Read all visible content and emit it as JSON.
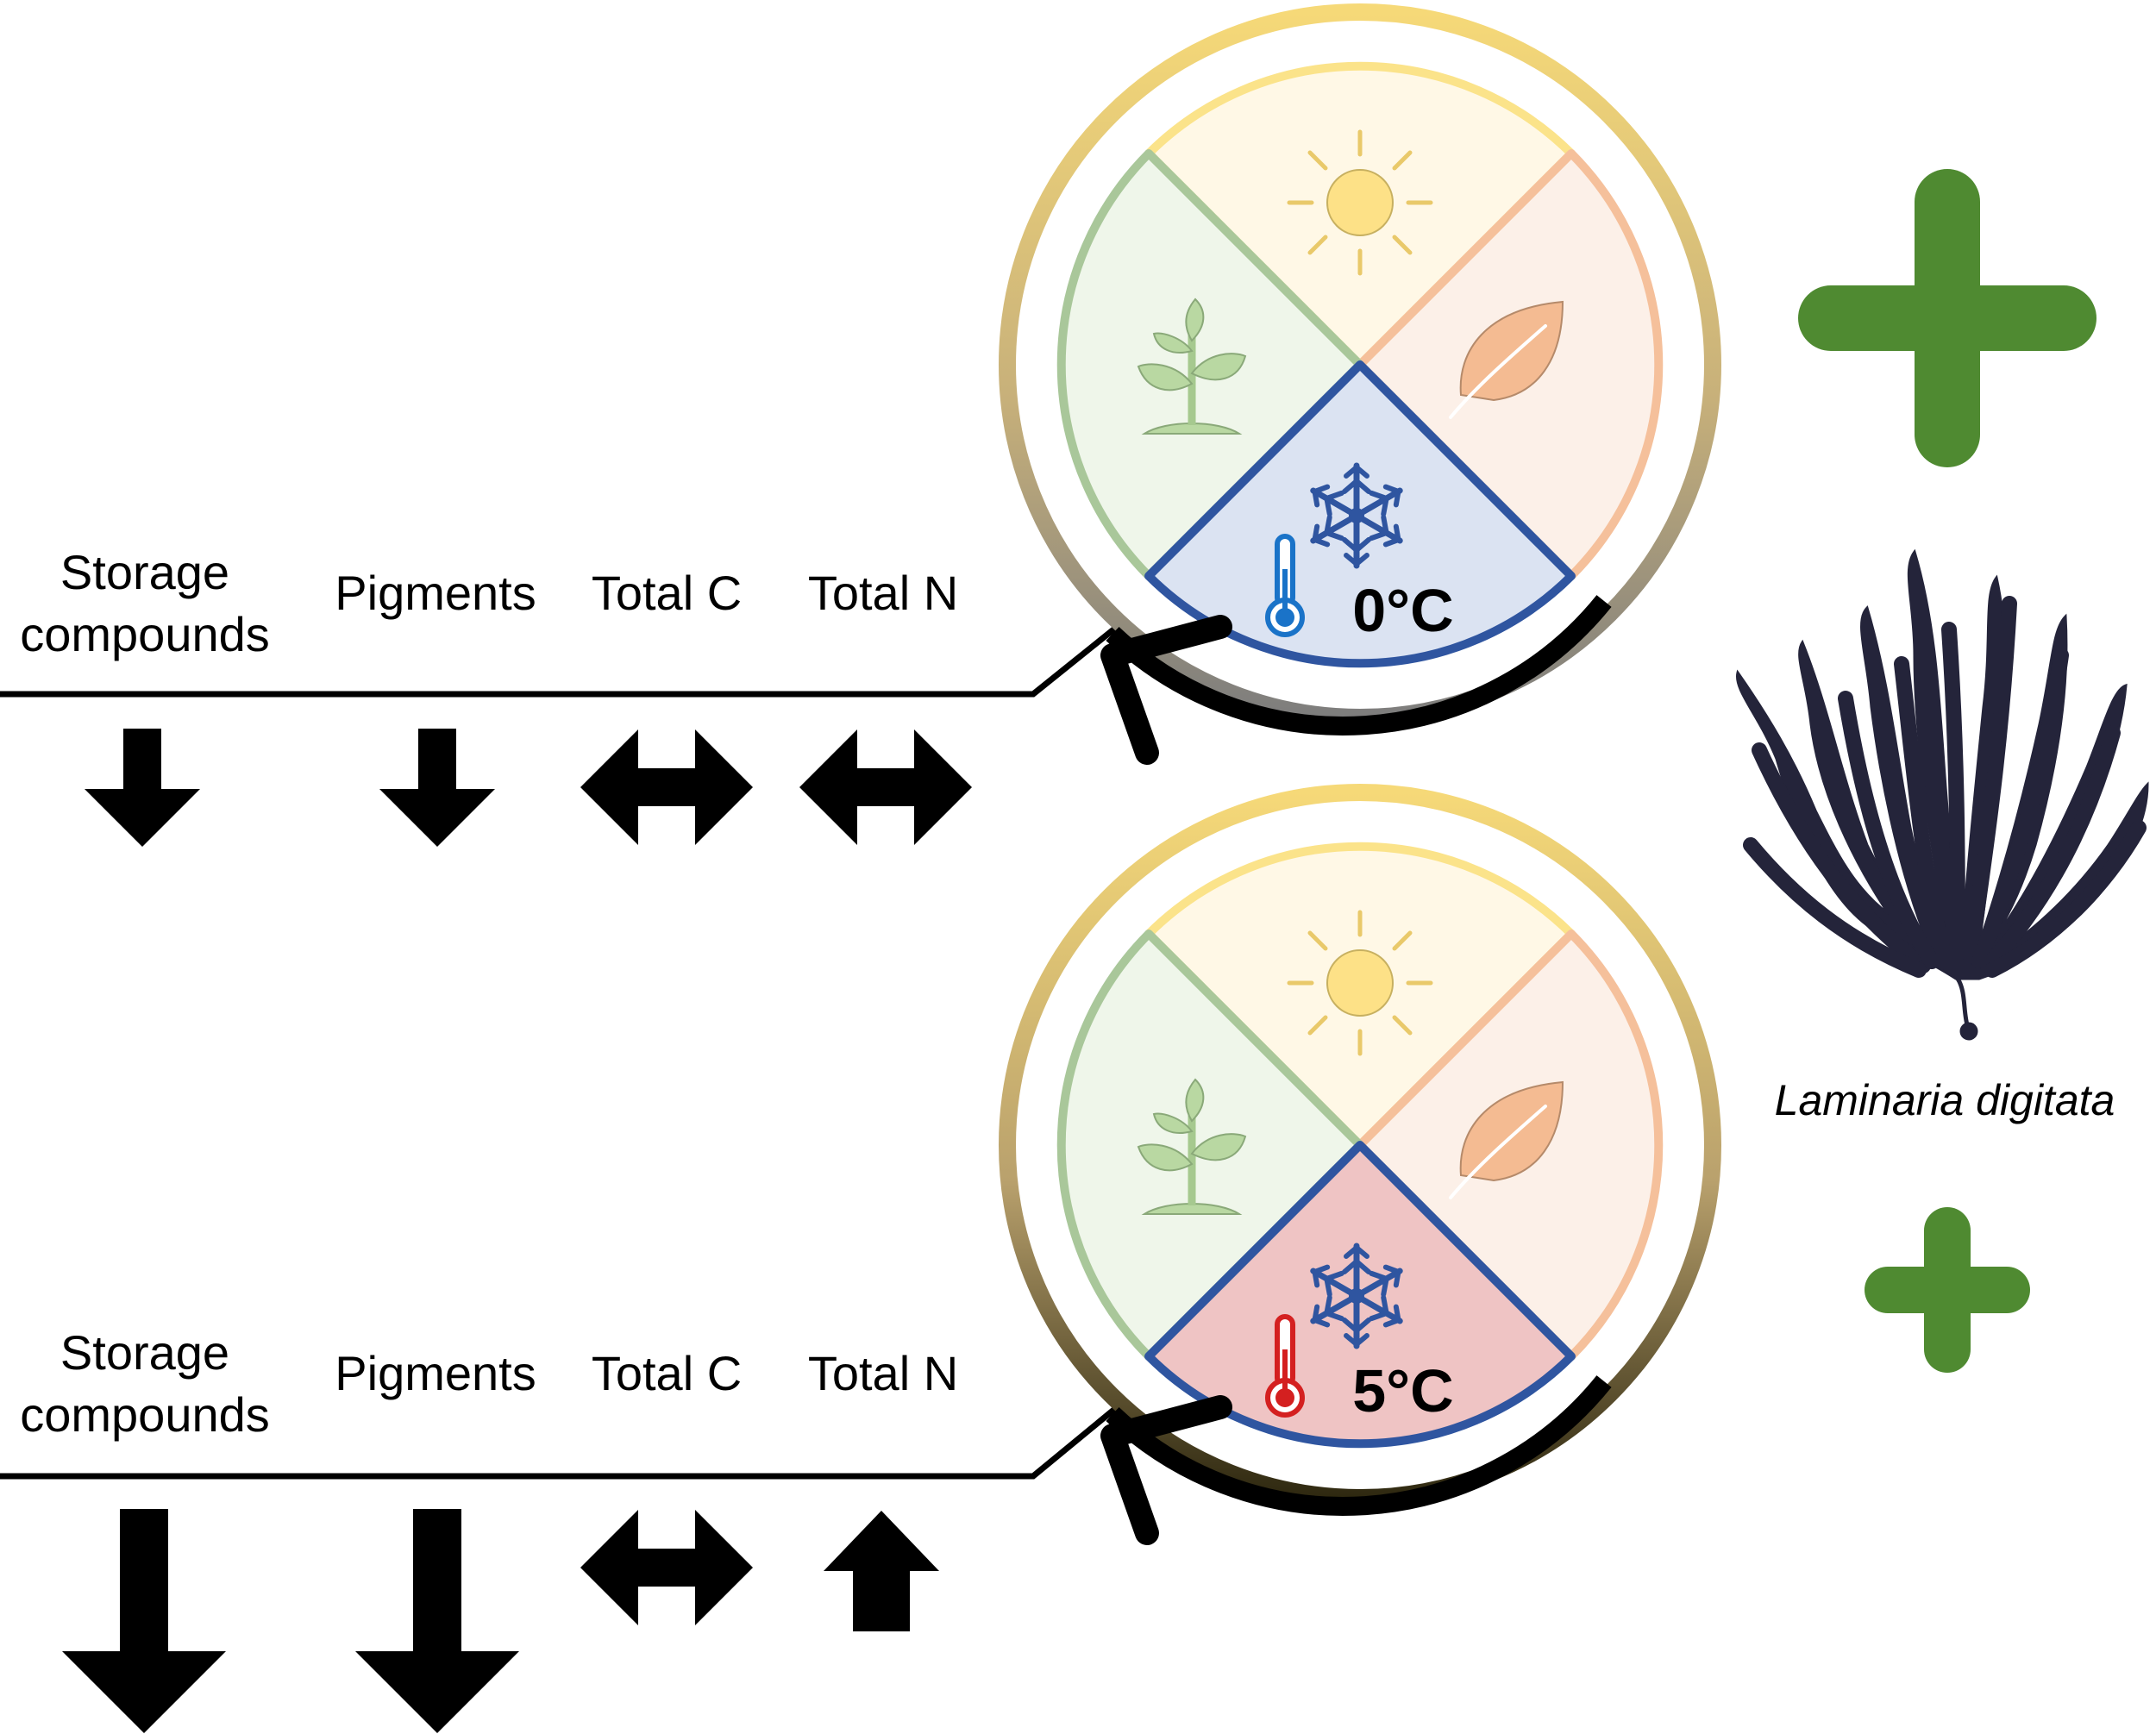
{
  "panels": [
    {
      "id": "top",
      "temperature": "0°C",
      "thermometer_color": "#1a73c8",
      "bottom_quadrant_color": "#dbe3f2",
      "response_size": "large",
      "labels": {
        "storage": [
          "Storage",
          "compounds"
        ],
        "pigments": "Pigments",
        "total_c": "Total C",
        "total_n": "Total N"
      },
      "arrows": {
        "storage": "down",
        "pigments": "down",
        "total_c": "no-change",
        "total_n": "no-change"
      }
    },
    {
      "id": "bottom",
      "temperature": "5°C",
      "thermometer_color": "#d42020",
      "bottom_quadrant_color": "#efc4c4",
      "response_size": "small",
      "labels": {
        "storage": [
          "Storage",
          "compounds"
        ],
        "pigments": "Pigments",
        "total_c": "Total C",
        "total_n": "Total N"
      },
      "arrows": {
        "storage": "down-large",
        "pigments": "down-large",
        "total_c": "no-change",
        "total_n": "up"
      }
    }
  ],
  "species_label": "Laminaria digitata",
  "colors": {
    "light_quadrant": "#fff8e6",
    "light_stroke": "#fbe38a",
    "leaf_quadrant": "#fcf0e8",
    "leaf_stroke": "#f5c09b",
    "plant_quadrant": "#eff6ea",
    "plant_stroke": "#a9c79a",
    "ice_stroke": "#2f55a0",
    "plus_green": "#4f8a31",
    "kelp": "#24243a"
  },
  "icons": [
    "sun-icon",
    "leaf-icon",
    "seedling-icon",
    "snowflake-icon",
    "thermometer-icon",
    "plus-icon",
    "kelp-icon"
  ]
}
